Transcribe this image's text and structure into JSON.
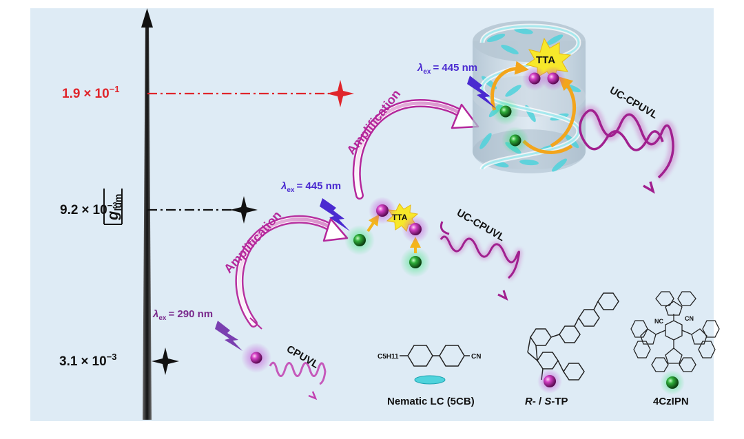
{
  "axis": {
    "label_main": "g",
    "label_sub": "lum",
    "levels": [
      {
        "mantissa": "1.9",
        "exponent": "−1",
        "color": "#e0252b"
      },
      {
        "mantissa": "9.2",
        "exponent": "−3",
        "color": "#111111"
      },
      {
        "mantissa": "3.1",
        "exponent": "−3",
        "color": "#111111"
      }
    ],
    "times_sign": "×",
    "base": "10"
  },
  "excitations": {
    "low": {
      "prefix": "λ",
      "sub": "ex",
      "value": "= 290 nm"
    },
    "mid": {
      "prefix": "λ",
      "sub": "ex",
      "value": "= 445 nm"
    },
    "high": {
      "prefix": "λ",
      "sub": "ex",
      "value": "= 445 nm"
    }
  },
  "labels": {
    "amplification": "Amplification",
    "cpuvl": "CPUVL",
    "uc_cpuvl": "UC-CPUVL",
    "tta": "TTA"
  },
  "legend": {
    "lc": {
      "name": "Nematic LC (5CB)",
      "sub_left": "C5H11",
      "sub_right": "CN"
    },
    "tp": {
      "r": "R",
      "sep": "- / ",
      "s": "S",
      "suffix": "-TP"
    },
    "czipn": {
      "name": "4CzIPN",
      "cn": "CN",
      "nc": "NC"
    }
  },
  "colors": {
    "background": "#deebf5",
    "magenta": "#b4279b",
    "violet": "#5b2fd1",
    "green": "#1e8a2e",
    "tta_yellow": "#f7e82a",
    "arrow_orange": "#f3a51c",
    "lc_cyan": "#4fd3dc",
    "red": "#e0252b"
  }
}
